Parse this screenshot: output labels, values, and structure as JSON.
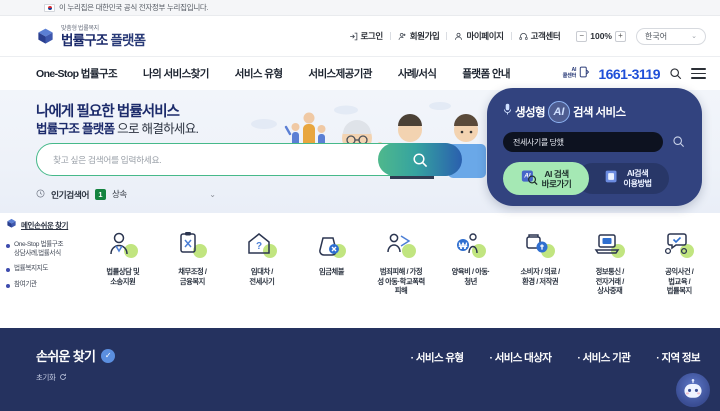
{
  "govbar": {
    "notice": "이 누리집은 대한민국 공식 전자정부 누리집입니다.",
    "flag_icon": "korea-flag-icon"
  },
  "header": {
    "logo": {
      "sub": "맞춤형 법률복지",
      "main_1": "법률구조",
      "main_2": "플랫폼",
      "icon": "cube-logo-icon"
    },
    "utility": [
      {
        "label": "로그인",
        "icon": "login-icon"
      },
      {
        "label": "회원가입",
        "icon": "user-plus-icon"
      },
      {
        "label": "마이페이지",
        "icon": "user-icon"
      },
      {
        "label": "고객센터",
        "icon": "headset-icon"
      }
    ],
    "zoom": {
      "minus": "−",
      "value": "100%",
      "plus": "+"
    },
    "language": {
      "selected": "한국어",
      "chevron": "⌄"
    }
  },
  "nav": {
    "items": [
      {
        "label": "One-Stop 법률구조"
      },
      {
        "label": "나의 서비스찾기"
      },
      {
        "label": "서비스 유형"
      },
      {
        "label": "서비스제공기관"
      },
      {
        "label": "사례/서식"
      },
      {
        "label": "플랫폼 안내"
      }
    ],
    "ai_call": {
      "line1": "AI",
      "line2": "콜센터",
      "icon": "ai-callcenter-icon"
    },
    "phone": "1661-3119",
    "search_icon": "search-icon",
    "menu_icon": "hamburger-menu-icon"
  },
  "hero": {
    "line1": "나에게 필요한 법률서비스",
    "line2_strong": "법률구조 플랫폼",
    "line2_rest": " 으로 해결하세요.",
    "search": {
      "placeholder": "찾고 싶은 검색어를 입력하세요.",
      "value": "",
      "button_icon": "search-icon"
    },
    "popular": {
      "icon": "clock-icon",
      "label": "인기검색어",
      "rank": "1",
      "keyword": "상속",
      "chevron": "⌄"
    },
    "illustration": "people-handshake-illustration"
  },
  "ai_panel": {
    "title_pre": "생성형",
    "badge": "AI",
    "title_post": "검색 서비스",
    "mic_icon": "microphone-icon",
    "input_value": "전세사기를 당했",
    "input_search_icon": "search-icon",
    "button_primary": {
      "line1": "AI 검색",
      "line2": "바로가기",
      "icon": "ai-search-icon"
    },
    "button_secondary": {
      "line1": "AI검색",
      "line2": "이용방법",
      "icon": "guide-book-icon"
    }
  },
  "side_quick": {
    "head": {
      "label": "메인손쉬운 찾기",
      "icon": "cube-logo-icon"
    },
    "items": [
      {
        "label": "One-Stop 법률구조\n상담사례,법률서식"
      },
      {
        "label": "법률복지지도"
      },
      {
        "label": "참여기관"
      }
    ]
  },
  "categories": [
    {
      "label": "법률상담 및\n소송지원",
      "icon": "lawyer-consult-icon"
    },
    {
      "label": "채무조정 /\n금융복지",
      "icon": "debt-clipboard-icon"
    },
    {
      "label": "임대차 /\n전세사기",
      "icon": "house-question-icon"
    },
    {
      "label": "임금체불",
      "icon": "money-bag-x-icon"
    },
    {
      "label": "범죄피해 / 가정\n성 아동·학교폭력\n피해",
      "icon": "crime-victim-icon"
    },
    {
      "label": "양육비 / 아동·\n청년",
      "icon": "child-support-won-icon"
    },
    {
      "label": "소비자 / 의료 /\n환경 / 저작권",
      "icon": "consumer-copyright-icon"
    },
    {
      "label": "정보통신 /\n전자거래 /\n상사중재",
      "icon": "laptop-ecommerce-icon"
    },
    {
      "label": "공익사건 /\n법교육 /\n법률복지",
      "icon": "public-interest-icon"
    }
  ],
  "finder": {
    "title": "손쉬운 찾기",
    "check_icon": "check-circle-icon",
    "reset": {
      "label": "초기화",
      "icon": "refresh-icon"
    },
    "tabs": [
      {
        "label": "서비스 유형"
      },
      {
        "label": "서비스 대상자"
      },
      {
        "label": "서비스 기관"
      },
      {
        "label": "지역 정보"
      }
    ]
  },
  "chatbot": {
    "icon": "chatbot-mascot-icon"
  },
  "colors": {
    "brand_navy": "#1c2b6b",
    "panel_navy": "#32437f",
    "footer_navy": "#25325f",
    "accent_green": "#46b98a",
    "mint_button": "#a5e8b4",
    "phone_blue": "#1f4fd8",
    "rank_green": "#13833f"
  }
}
